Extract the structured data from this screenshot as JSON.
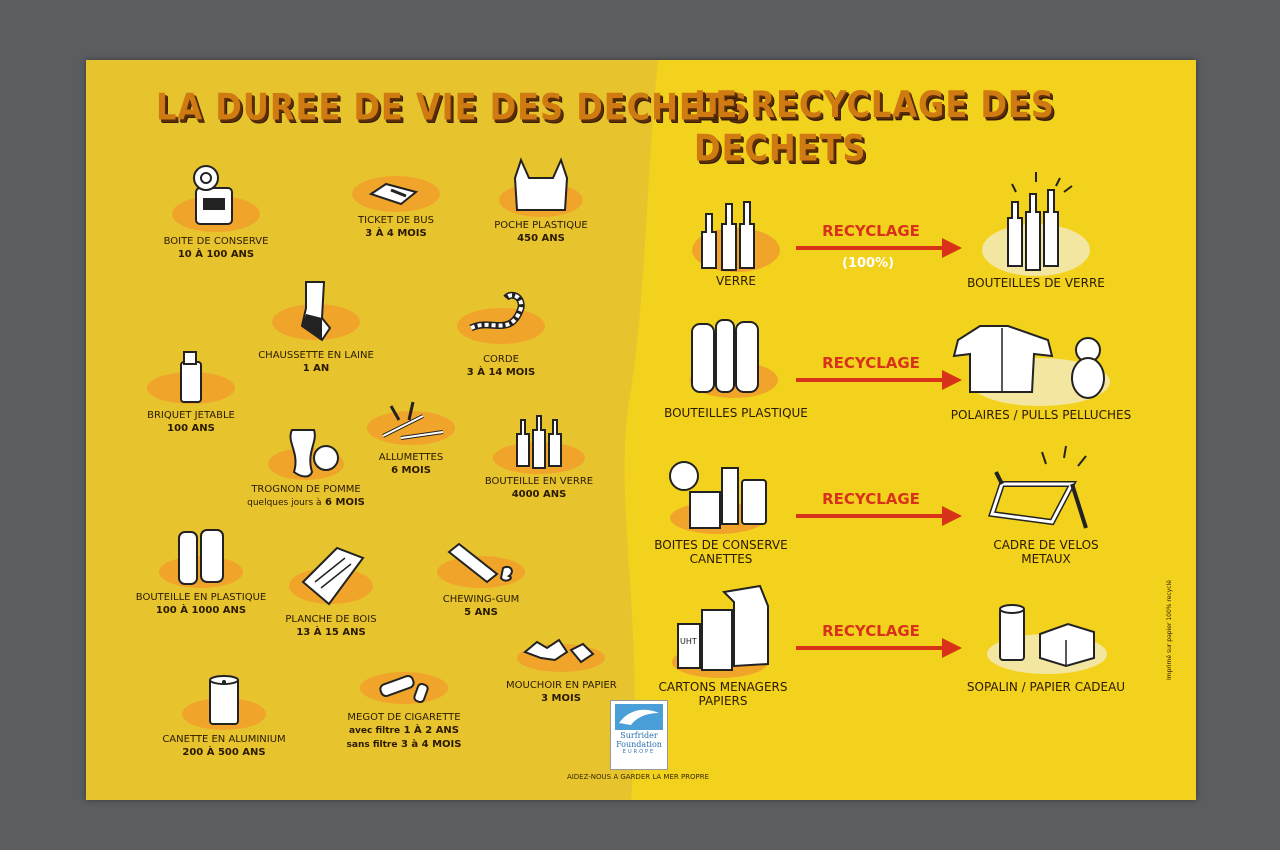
{
  "left": {
    "title": "LA DUREE DE VIE DES DECHETS",
    "items": [
      {
        "label": "BOITE DE CONSERVE",
        "duration": "10 À 100 ANS",
        "icon": "tin-can-icon"
      },
      {
        "label": "TICKET DE BUS",
        "duration": "3 À 4 MOIS",
        "icon": "bus-ticket-icon"
      },
      {
        "label": "POCHE PLASTIQUE",
        "duration": "450 ANS",
        "icon": "plastic-bag-icon"
      },
      {
        "label": "CHAUSSETTE EN LAINE",
        "duration": "1 AN",
        "icon": "sock-icon"
      },
      {
        "label": "CORDE",
        "duration": "3 À 14 MOIS",
        "icon": "rope-icon"
      },
      {
        "label": "BRIQUET JETABLE",
        "duration": "100 ANS",
        "icon": "lighter-icon"
      },
      {
        "label": "ALLUMETTES",
        "duration": "6 MOIS",
        "icon": "matches-icon"
      },
      {
        "label": "TROGNON DE POMME",
        "duration_pre": "quelques jours à",
        "duration": "6 MOIS",
        "icon": "apple-core-icon"
      },
      {
        "label": "BOUTEILLE EN VERRE",
        "duration": "4000 ANS",
        "icon": "glass-bottle-icon"
      },
      {
        "label": "BOUTEILLE EN PLASTIQUE",
        "duration": "100 À 1000 ANS",
        "icon": "plastic-bottle-icon"
      },
      {
        "label": "PLANCHE DE BOIS",
        "duration": "13 À 15 ANS",
        "icon": "wood-plank-icon"
      },
      {
        "label": "CHEWING-GUM",
        "duration": "5 ANS",
        "icon": "chewing-gum-icon"
      },
      {
        "label": "MOUCHOIR EN PAPIER",
        "duration": "3 MOIS",
        "icon": "tissue-icon"
      },
      {
        "label": "CANETTE EN ALUMINIUM",
        "duration": "200 À 500 ANS",
        "icon": "can-icon"
      },
      {
        "label": "MEGOT DE CIGARETTE",
        "filter_pre": "avec filtre",
        "filter": "1 À 2 ANS",
        "nofilter_pre": "sans filtre",
        "nofilter": "3 à 4 MOIS",
        "icon": "cigarette-icon"
      }
    ]
  },
  "right": {
    "title": "LE RECYCLAGE DES DECHETS",
    "recycle_label": "RECYCLAGE",
    "percent": "(100%)",
    "rows": [
      {
        "source": "VERRE",
        "result": "BOUTEILLES DE VERRE"
      },
      {
        "source": "BOUTEILLES PLASTIQUE",
        "result": "POLAIRES / PULLS   PELLUCHES"
      },
      {
        "source_line1": "BOITES DE CONSERVE",
        "source_line2": "CANETTES",
        "result_line1": "CADRE DE VELOS",
        "result_line2": "METAUX"
      },
      {
        "source_line1": "CARTONS MENAGERS",
        "source_line2": "PAPIERS",
        "result": "SOPALIN / PAPIER CADEAU"
      }
    ]
  },
  "logo": {
    "line1": "Surfrider",
    "line2": "Foundation",
    "line3": "EUROPE"
  },
  "slogan": "AIDEZ-NOUS A GARDER LA MER PROPRE",
  "side_note": "Imprimé sur papier 100% recyclé",
  "colors": {
    "left_bg": "#e7c42e",
    "right_bg": "#f3d21d",
    "blob": "#f0a52a",
    "title": "#d07a12",
    "arrow": "#d8331a"
  }
}
